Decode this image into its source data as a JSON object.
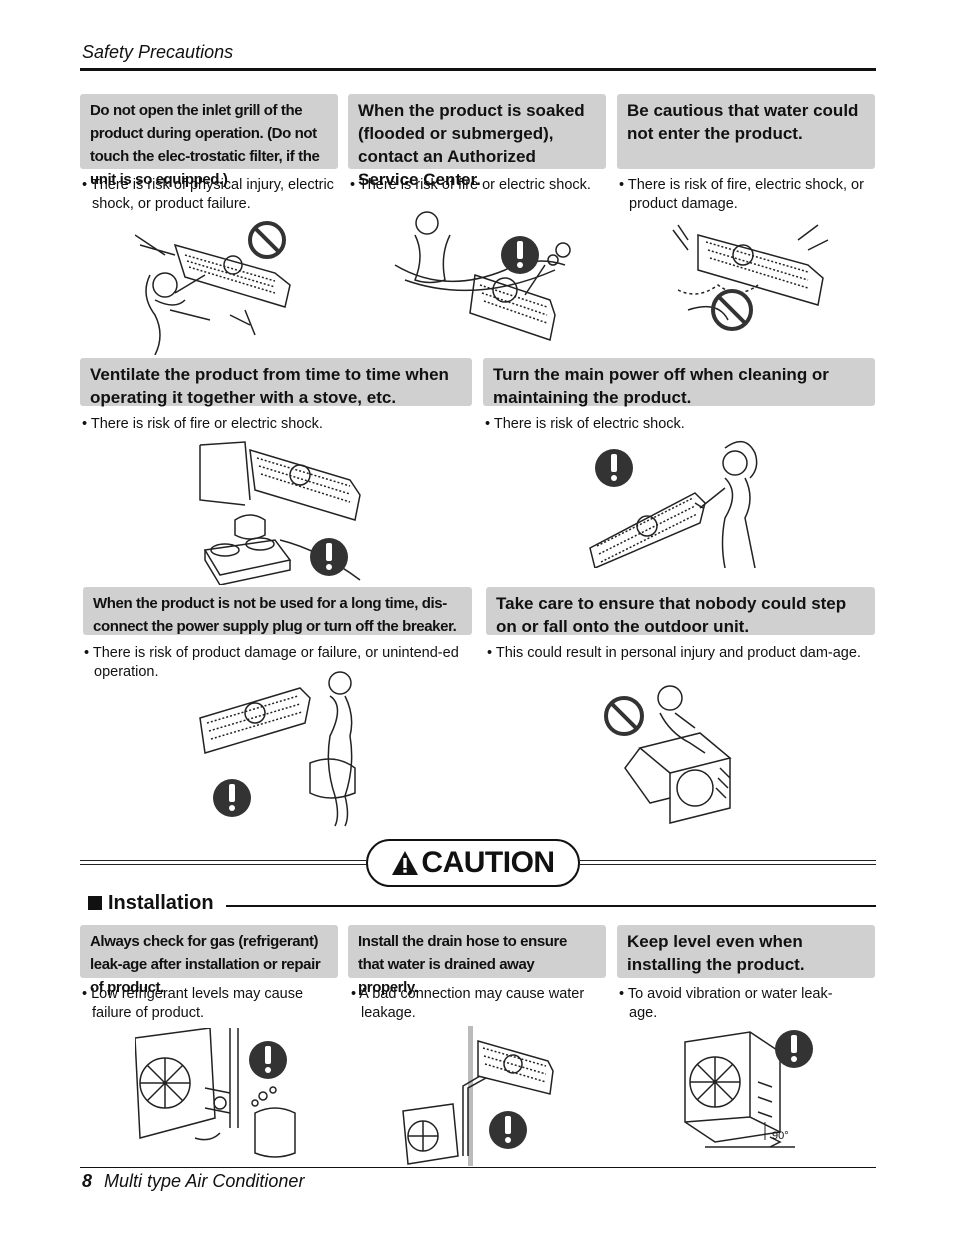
{
  "header": {
    "title": "Safety Precautions"
  },
  "cards": [
    {
      "title": "Do not open the inlet grill of the product during operation. (Do not touch the elec-trostatic filter, if the unit is so equipped.)",
      "bullet": "• There is risk of physical injury, electric shock, or product failure.",
      "icon": "prohibit-icon"
    },
    {
      "title": "When the product is soaked (flooded or submerged), contact an Authorized Service Center.",
      "bullet": "• There is risk of fire or electric shock.",
      "icon": "exclamation-icon"
    },
    {
      "title": "Be cautious that water could not enter the product.",
      "bullet": "• There is risk of fire, electric shock, or product damage.",
      "icon": "prohibit-icon"
    },
    {
      "title": "Ventilate the product from time to time when operating it together with a stove, etc.",
      "bullet": "• There is risk of fire or electric shock.",
      "icon": "exclamation-icon"
    },
    {
      "title": "Turn the main power off when cleaning or maintaining the product.",
      "bullet": "• There is risk of electric shock.",
      "icon": "exclamation-icon"
    },
    {
      "title": "When the product is not be used for a long time, dis-connect the power supply plug or turn off the breaker.",
      "bullet": "• There is risk of product damage or failure, or unintend-ed operation.",
      "icon": "exclamation-icon"
    },
    {
      "title": "Take care to ensure that nobody could step on or fall onto the outdoor unit.",
      "bullet": "• This could result in personal injury and product dam-age.",
      "icon": "prohibit-icon"
    }
  ],
  "caution": {
    "label": "CAUTION",
    "icon": "warning-triangle-icon"
  },
  "installation": {
    "title": "Installation",
    "cards": [
      {
        "title": "Always check for gas (refrigerant) leak-age after installation or repair of product.",
        "bullet": "• Low refrigerant levels may cause failure of product.",
        "icon": "exclamation-icon"
      },
      {
        "title": "Install the drain hose to ensure that water is drained away properly.",
        "bullet": "• A bad connection may cause water leakage.",
        "icon": "exclamation-icon"
      },
      {
        "title": "Keep level even when installing the product.",
        "bullet": "• To avoid vibration or water leak-age.",
        "icon": "exclamation-icon"
      }
    ],
    "angle_label": "90°"
  },
  "footer": {
    "page": "8",
    "title": "Multi type Air Conditioner"
  }
}
